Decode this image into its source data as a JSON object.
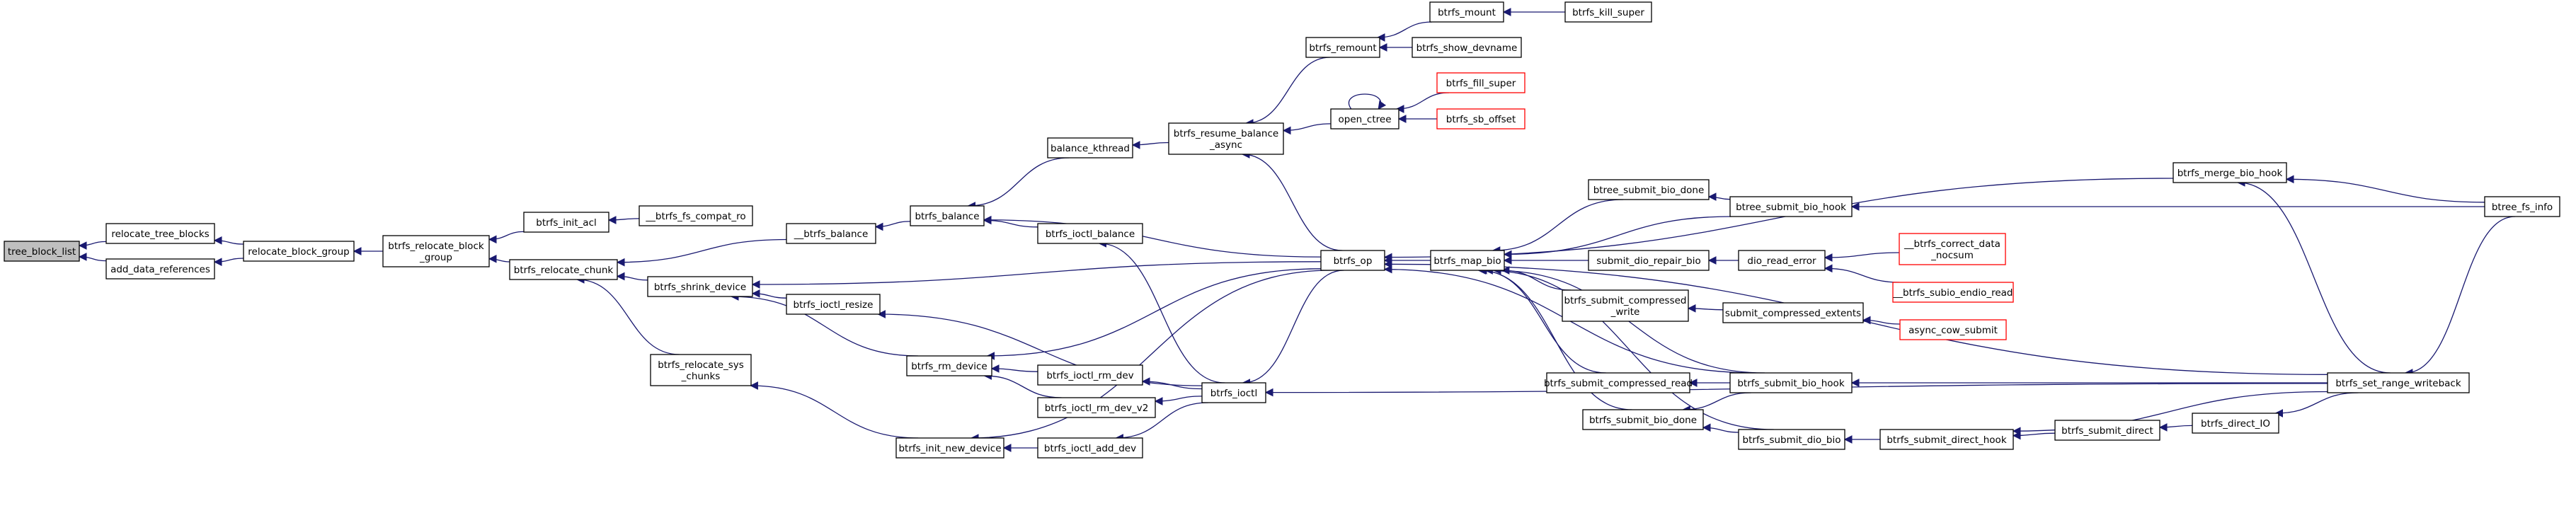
{
  "colors": {
    "edge": "#191970",
    "node_border": "#000000",
    "node_fill": "#ffffff",
    "truncated_border": "#ff0000",
    "root_fill": "#bfbfbf"
  },
  "nodes": [
    {
      "id": "tree_block_list",
      "lines": [
        "tree_block_list"
      ],
      "style": "root"
    },
    {
      "id": "relocate_tree_blocks",
      "lines": [
        "relocate_tree_blocks"
      ]
    },
    {
      "id": "add_data_references",
      "lines": [
        "add_data_references"
      ]
    },
    {
      "id": "relocate_block_group",
      "lines": [
        "relocate_block_group"
      ]
    },
    {
      "id": "btrfs_relocate_block_group",
      "lines": [
        "btrfs_relocate_block",
        "_group"
      ]
    },
    {
      "id": "btrfs_init_acl",
      "lines": [
        "btrfs_init_acl"
      ]
    },
    {
      "id": "btrfs_fs_compat_ro",
      "lines": [
        "__btrfs_fs_compat_ro"
      ]
    },
    {
      "id": "btrfs_relocate_chunk",
      "lines": [
        "btrfs_relocate_chunk"
      ]
    },
    {
      "id": "btrfs_shrink_device",
      "lines": [
        "btrfs_shrink_device"
      ]
    },
    {
      "id": "btrfs_relocate_sys_chunks",
      "lines": [
        "btrfs_relocate_sys",
        "_chunks"
      ]
    },
    {
      "id": "__btrfs_balance",
      "lines": [
        "__btrfs_balance"
      ]
    },
    {
      "id": "btrfs_ioctl_resize",
      "lines": [
        "btrfs_ioctl_resize"
      ]
    },
    {
      "id": "btrfs_balance",
      "lines": [
        "btrfs_balance"
      ]
    },
    {
      "id": "balance_kthread",
      "lines": [
        "balance_kthread"
      ]
    },
    {
      "id": "btrfs_ioctl_balance",
      "lines": [
        "btrfs_ioctl_balance"
      ]
    },
    {
      "id": "btrfs_rm_device",
      "lines": [
        "btrfs_rm_device"
      ]
    },
    {
      "id": "btrfs_ioctl_rm_dev",
      "lines": [
        "btrfs_ioctl_rm_dev"
      ]
    },
    {
      "id": "btrfs_ioctl_rm_dev_v2",
      "lines": [
        "btrfs_ioctl_rm_dev_v2"
      ]
    },
    {
      "id": "btrfs_init_new_device",
      "lines": [
        "btrfs_init_new_device"
      ]
    },
    {
      "id": "btrfs_ioctl_add_dev",
      "lines": [
        "btrfs_ioctl_add_dev"
      ]
    },
    {
      "id": "btrfs_ioctl",
      "lines": [
        "btrfs_ioctl"
      ]
    },
    {
      "id": "btrfs_resume_balance_async",
      "lines": [
        "btrfs_resume_balance",
        "_async"
      ]
    },
    {
      "id": "btrfs_remount",
      "lines": [
        "btrfs_remount"
      ]
    },
    {
      "id": "btrfs_mount",
      "lines": [
        "btrfs_mount"
      ]
    },
    {
      "id": "btrfs_kill_super",
      "lines": [
        "btrfs_kill_super"
      ]
    },
    {
      "id": "btrfs_show_devname",
      "lines": [
        "btrfs_show_devname"
      ]
    },
    {
      "id": "open_ctree",
      "lines": [
        "open_ctree"
      ]
    },
    {
      "id": "btrfs_fill_super",
      "lines": [
        "btrfs_fill_super"
      ],
      "style": "truncated"
    },
    {
      "id": "btrfs_sb_offset",
      "lines": [
        "btrfs_sb_offset"
      ],
      "style": "truncated"
    },
    {
      "id": "btrfs_op",
      "lines": [
        "btrfs_op"
      ]
    },
    {
      "id": "btrfs_map_bio",
      "lines": [
        "btrfs_map_bio"
      ]
    },
    {
      "id": "btree_submit_bio_done",
      "lines": [
        "btree_submit_bio_done"
      ]
    },
    {
      "id": "btree_submit_bio_hook",
      "lines": [
        "btree_submit_bio_hook"
      ]
    },
    {
      "id": "submit_dio_repair_bio",
      "lines": [
        "submit_dio_repair_bio"
      ]
    },
    {
      "id": "dio_read_error",
      "lines": [
        "dio_read_error"
      ]
    },
    {
      "id": "btrfs_check_data_csum",
      "lines": [
        "__btrfs_correct_data",
        "_nocsum"
      ],
      "style": "truncated"
    },
    {
      "id": "btrfs_subio_endio_read",
      "lines": [
        "__btrfs_subio_endio_read"
      ],
      "style": "truncated"
    },
    {
      "id": "btrfs_submit_compressed_write",
      "lines": [
        "btrfs_submit_compressed",
        "_write"
      ]
    },
    {
      "id": "submit_compressed_extents",
      "lines": [
        "submit_compressed_extents"
      ]
    },
    {
      "id": "async_cow_submit",
      "lines": [
        "async_cow_submit"
      ],
      "style": "truncated"
    },
    {
      "id": "btrfs_submit_compressed_read",
      "lines": [
        "btrfs_submit_compressed_read"
      ]
    },
    {
      "id": "btrfs_submit_bio_hook",
      "lines": [
        "btrfs_submit_bio_hook"
      ]
    },
    {
      "id": "btrfs_submit_bio_done",
      "lines": [
        "btrfs_submit_bio_done"
      ]
    },
    {
      "id": "btrfs_submit_dio_bio",
      "lines": [
        "btrfs_submit_dio_bio"
      ]
    },
    {
      "id": "btrfs_submit_direct_hook",
      "lines": [
        "btrfs_submit_direct_hook"
      ]
    },
    {
      "id": "btrfs_submit_direct",
      "lines": [
        "btrfs_submit_direct"
      ]
    },
    {
      "id": "btrfs_direct_IO",
      "lines": [
        "btrfs_direct_IO"
      ]
    },
    {
      "id": "btrfs_merge_bio_hook",
      "lines": [
        "btrfs_merge_bio_hook"
      ]
    },
    {
      "id": "btree_fs_info",
      "lines": [
        "btree_fs_info"
      ]
    },
    {
      "id": "btrfs_set_range_writeback",
      "lines": [
        "btrfs_set_range_writeback"
      ]
    }
  ],
  "edges": [
    [
      "relocate_tree_blocks",
      "tree_block_list"
    ],
    [
      "add_data_references",
      "tree_block_list"
    ],
    [
      "relocate_block_group",
      "relocate_tree_blocks"
    ],
    [
      "relocate_block_group",
      "add_data_references"
    ],
    [
      "btrfs_relocate_block_group",
      "relocate_block_group"
    ],
    [
      "btrfs_init_acl",
      "btrfs_relocate_block_group"
    ],
    [
      "btrfs_relocate_chunk",
      "btrfs_relocate_block_group"
    ],
    [
      "btrfs_fs_compat_ro",
      "btrfs_init_acl"
    ],
    [
      "__btrfs_balance",
      "btrfs_relocate_chunk"
    ],
    [
      "btrfs_shrink_device",
      "btrfs_relocate_chunk"
    ],
    [
      "btrfs_relocate_sys_chunks",
      "btrfs_relocate_chunk"
    ],
    [
      "btrfs_balance",
      "__btrfs_balance"
    ],
    [
      "btrfs_ioctl_resize",
      "btrfs_shrink_device"
    ],
    [
      "btrfs_rm_device",
      "btrfs_shrink_device"
    ],
    [
      "btrfs_op",
      "btrfs_shrink_device"
    ],
    [
      "btrfs_init_new_device",
      "btrfs_relocate_sys_chunks"
    ],
    [
      "balance_kthread",
      "btrfs_balance"
    ],
    [
      "btrfs_ioctl_balance",
      "btrfs_balance"
    ],
    [
      "btrfs_op",
      "btrfs_balance"
    ],
    [
      "btrfs_ioctl",
      "btrfs_ioctl_resize"
    ],
    [
      "btrfs_ioctl",
      "btrfs_ioctl_balance"
    ],
    [
      "btrfs_ioctl_rm_dev",
      "btrfs_rm_device"
    ],
    [
      "btrfs_ioctl_rm_dev_v2",
      "btrfs_rm_device"
    ],
    [
      "btrfs_op",
      "btrfs_rm_device"
    ],
    [
      "btrfs_ioctl_add_dev",
      "btrfs_init_new_device"
    ],
    [
      "btrfs_op",
      "btrfs_init_new_device"
    ],
    [
      "btrfs_ioctl",
      "btrfs_ioctl_rm_dev"
    ],
    [
      "btrfs_ioctl",
      "btrfs_ioctl_rm_dev_v2"
    ],
    [
      "btrfs_ioctl",
      "btrfs_ioctl_add_dev"
    ],
    [
      "btrfs_op",
      "btrfs_ioctl"
    ],
    [
      "btrfs_resume_balance_async",
      "balance_kthread"
    ],
    [
      "open_ctree",
      "btrfs_resume_balance_async"
    ],
    [
      "btrfs_remount",
      "btrfs_resume_balance_async"
    ],
    [
      "btrfs_op",
      "btrfs_resume_balance_async"
    ],
    [
      "btrfs_mount",
      "btrfs_remount"
    ],
    [
      "btrfs_show_devname",
      "btrfs_remount"
    ],
    [
      "btrfs_kill_super",
      "btrfs_mount"
    ],
    [
      "open_ctree",
      "open_ctree"
    ],
    [
      "btrfs_fill_super",
      "open_ctree"
    ],
    [
      "btrfs_sb_offset",
      "open_ctree"
    ],
    [
      "btrfs_map_bio",
      "btrfs_op"
    ],
    [
      "btrfs_merge_bio_hook",
      "btrfs_op"
    ],
    [
      "btrfs_submit_bio_hook",
      "btrfs_op"
    ],
    [
      "btrfs_set_range_writeback",
      "btrfs_op"
    ],
    [
      "btree_submit_bio_done",
      "btrfs_map_bio"
    ],
    [
      "btree_submit_bio_hook",
      "btrfs_map_bio"
    ],
    [
      "submit_dio_repair_bio",
      "btrfs_map_bio"
    ],
    [
      "btrfs_submit_compressed_write",
      "btrfs_map_bio"
    ],
    [
      "btrfs_submit_compressed_read",
      "btrfs_map_bio"
    ],
    [
      "btrfs_submit_bio_hook",
      "btrfs_map_bio"
    ],
    [
      "btrfs_submit_bio_done",
      "btrfs_map_bio"
    ],
    [
      "btrfs_submit_dio_bio",
      "btrfs_map_bio"
    ],
    [
      "btree_submit_bio_hook",
      "btree_submit_bio_done"
    ],
    [
      "btree_fs_info",
      "btree_submit_bio_hook"
    ],
    [
      "dio_read_error",
      "submit_dio_repair_bio"
    ],
    [
      "btrfs_check_data_csum",
      "dio_read_error"
    ],
    [
      "btrfs_subio_endio_read",
      "dio_read_error"
    ],
    [
      "submit_compressed_extents",
      "btrfs_submit_compressed_write"
    ],
    [
      "async_cow_submit",
      "submit_compressed_extents"
    ],
    [
      "btrfs_submit_bio_hook",
      "btrfs_submit_compressed_read"
    ],
    [
      "btrfs_set_range_writeback",
      "btrfs_submit_bio_hook"
    ],
    [
      "btrfs_submit_bio_hook",
      "btrfs_submit_bio_done"
    ],
    [
      "btrfs_submit_dio_bio",
      "btrfs_submit_bio_done"
    ],
    [
      "btrfs_submit_direct_hook",
      "btrfs_submit_dio_bio"
    ],
    [
      "btrfs_submit_direct",
      "btrfs_submit_direct_hook"
    ],
    [
      "btrfs_set_range_writeback",
      "btrfs_submit_direct_hook"
    ],
    [
      "btrfs_direct_IO",
      "btrfs_submit_direct"
    ],
    [
      "btrfs_set_range_writeback",
      "btrfs_direct_IO"
    ],
    [
      "btree_fs_info",
      "btrfs_merge_bio_hook"
    ],
    [
      "btrfs_set_range_writeback",
      "btrfs_merge_bio_hook"
    ],
    [
      "btree_fs_info",
      "btrfs_set_range_writeback"
    ],
    [
      "btrfs_set_range_writeback",
      "btrfs_ioctl"
    ]
  ]
}
